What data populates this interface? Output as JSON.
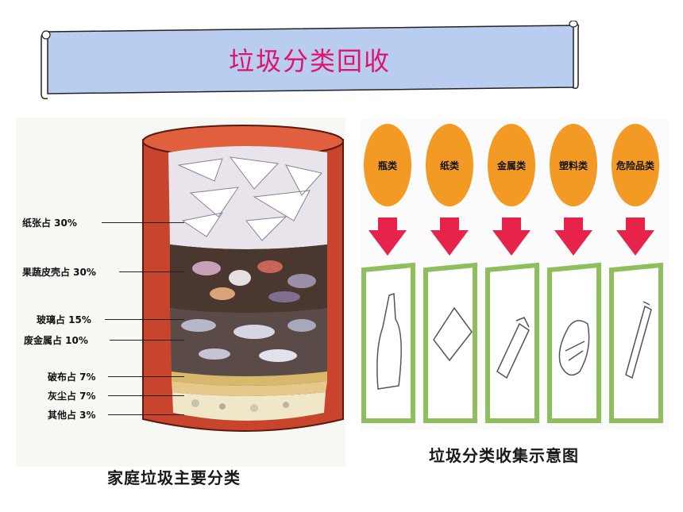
{
  "title": "垃圾分类回收",
  "left_panel": {
    "caption": "家庭垃圾主要分类",
    "layers": [
      {
        "label": "纸张占 30%"
      },
      {
        "label": "果蔬皮壳占 30%"
      },
      {
        "label": "玻璃占 15%"
      },
      {
        "label": "废金属占 10%"
      },
      {
        "label": "破布占 7%"
      },
      {
        "label": "灰尘占 7%"
      },
      {
        "label": "其他占 3%"
      }
    ]
  },
  "right_panel": {
    "caption": "垃圾分类收集示意图",
    "bins": [
      {
        "label": "瓶类",
        "item_icon": "bottle-icon"
      },
      {
        "label": "纸类",
        "item_icon": "paper-icon"
      },
      {
        "label": "金属类",
        "item_icon": "metal-can-icon"
      },
      {
        "label": "塑料类",
        "item_icon": "plastic-container-icon"
      },
      {
        "label": "危险品类",
        "item_icon": "battery-tube-icon"
      }
    ]
  },
  "colors": {
    "title_text": "#e0126b",
    "banner_fill": "#b9cdf0",
    "can_body": "#c9442c",
    "bubble_fill": "#f39a24",
    "arrow_fill": "#e8234a",
    "bin_frame": "#8fbf5c"
  }
}
